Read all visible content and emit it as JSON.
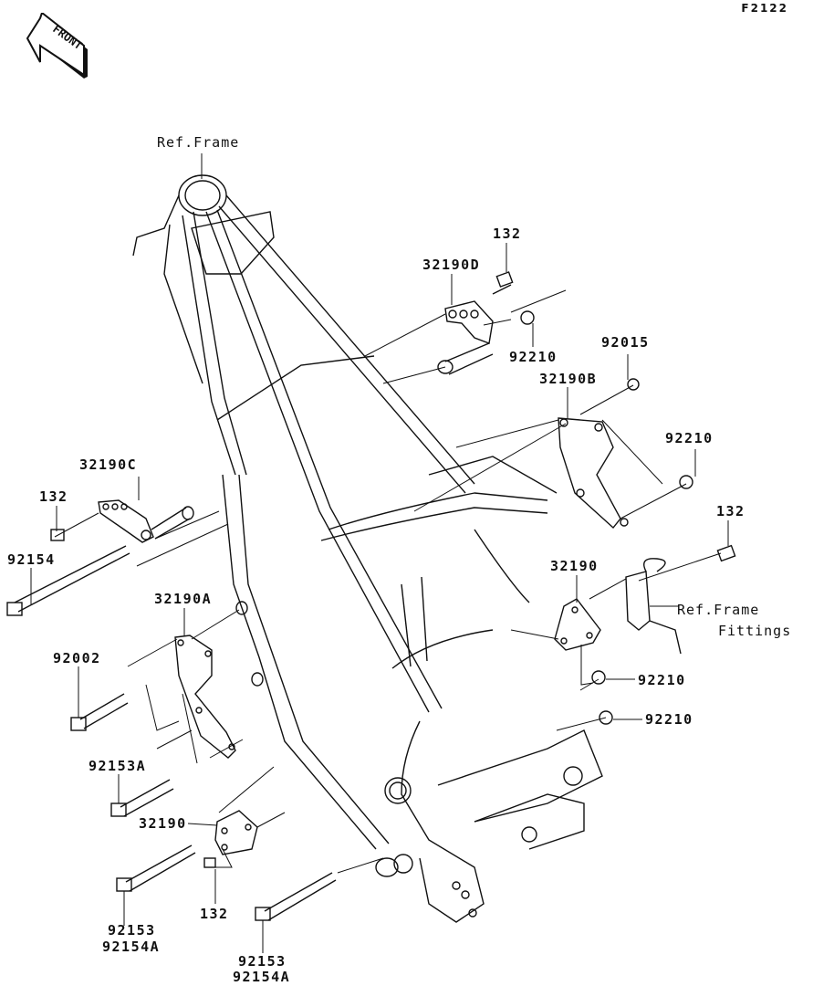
{
  "diagram": {
    "code": "F2122",
    "front_indicator": "FRONT",
    "reference_labels": {
      "frame": "Ref.Frame",
      "frame_fittings_line1": "Ref.Frame",
      "frame_fittings_line2": "Fittings"
    },
    "parts": [
      {
        "id": "p-132-top",
        "number": "132"
      },
      {
        "id": "p-32190D",
        "number": "32190D"
      },
      {
        "id": "p-92210-top",
        "number": "92210"
      },
      {
        "id": "p-92015",
        "number": "92015"
      },
      {
        "id": "p-32190B",
        "number": "32190B"
      },
      {
        "id": "p-92210-right",
        "number": "92210"
      },
      {
        "id": "p-132-right",
        "number": "132"
      },
      {
        "id": "p-32190-right",
        "number": "32190"
      },
      {
        "id": "p-92210-mid",
        "number": "92210"
      },
      {
        "id": "p-92210-low",
        "number": "92210"
      },
      {
        "id": "p-32190C",
        "number": "32190C"
      },
      {
        "id": "p-132-left",
        "number": "132"
      },
      {
        "id": "p-92154",
        "number": "92154"
      },
      {
        "id": "p-32190A",
        "number": "32190A"
      },
      {
        "id": "p-92002",
        "number": "92002"
      },
      {
        "id": "p-92153A",
        "number": "92153A"
      },
      {
        "id": "p-32190-left",
        "number": "32190"
      },
      {
        "id": "p-92153-left",
        "number": "92153"
      },
      {
        "id": "p-92154A-left",
        "number": "92154A"
      },
      {
        "id": "p-132-bottom",
        "number": "132"
      },
      {
        "id": "p-92153-right",
        "number": "92153"
      },
      {
        "id": "p-92154A-right",
        "number": "92154A"
      }
    ]
  }
}
